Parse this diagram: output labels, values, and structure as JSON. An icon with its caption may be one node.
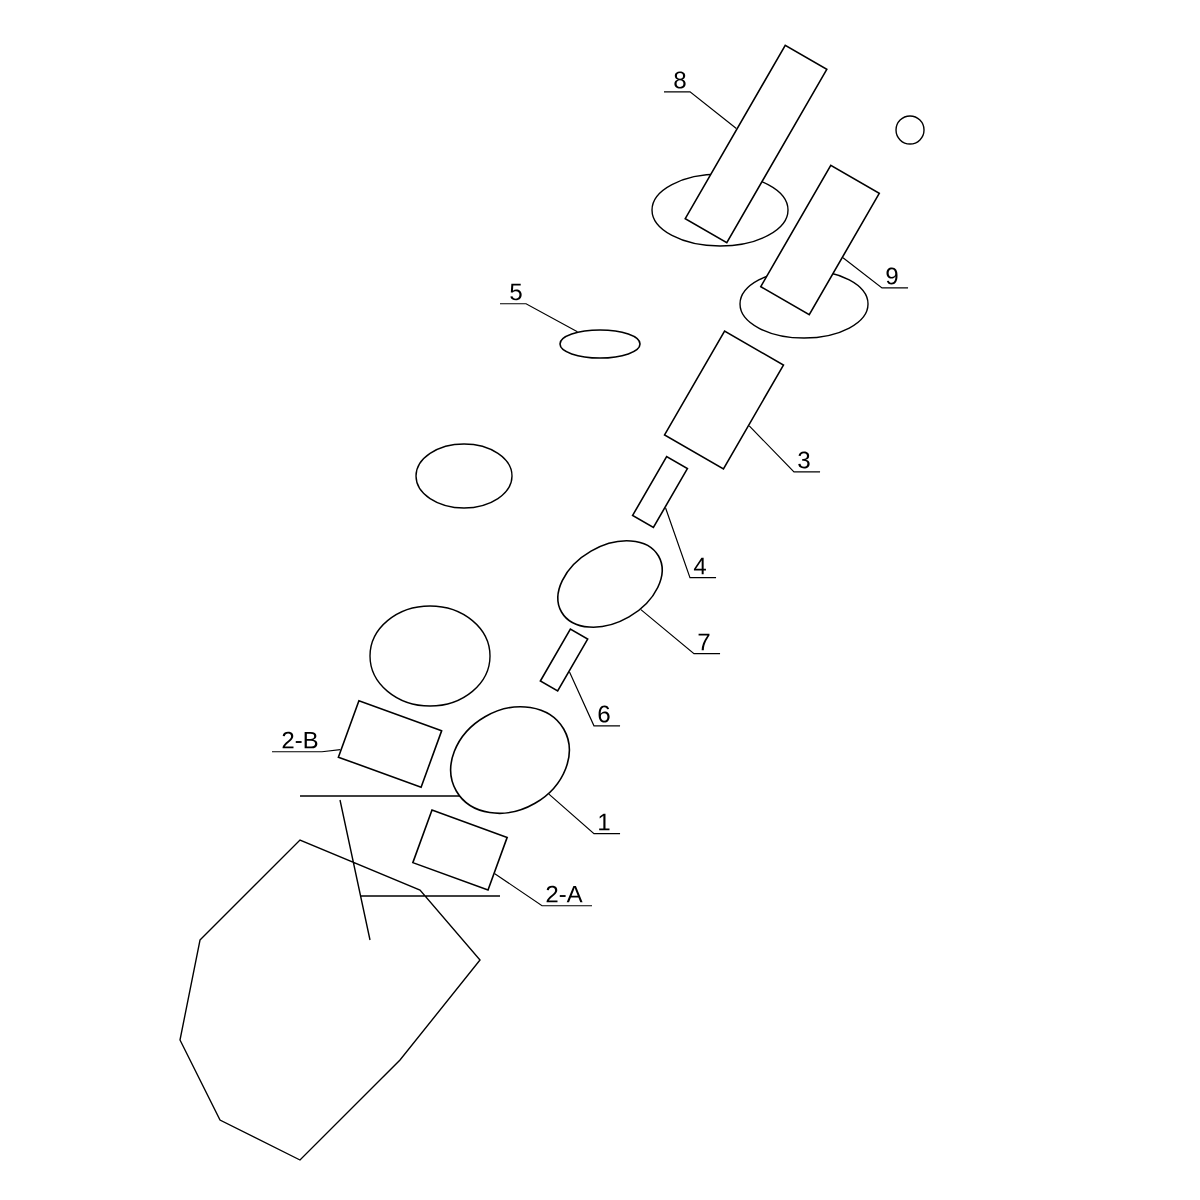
{
  "diagram": {
    "nodes": [
      {
        "text": [
          "8"
        ]
      },
      {
        "text": [
          "9"
        ]
      },
      {
        "text": [
          "5"
        ]
      },
      {
        "text": [
          "3"
        ]
      },
      {
        "text": [
          "4"
        ]
      },
      {
        "text": [
          "7"
        ]
      },
      {
        "text": [
          "6"
        ]
      },
      {
        "text": [
          "2-B"
        ]
      },
      {
        "text": [
          "1"
        ]
      },
      {
        "text": [
          "2-A"
        ]
      },
      {
        "text": [],
        "shape": "box"
      },
      {
        "text": [],
        "shape": "box"
      },
      {
        "text": [],
        "shape": "circle"
      },
      {
        "text": [],
        "shape": "box"
      },
      {
        "text": [],
        "shape": "box"
      },
      {
        "text": [],
        "shape": "circle"
      },
      {
        "text": [],
        "shape": "box"
      },
      {
        "text": [],
        "shape": "box"
      },
      {
        "text": [],
        "shape": "circle"
      },
      {
        "text": [],
        "shape": "box"
      }
    ],
    "edges": [
      {
        "from": 0,
        "to": 10,
        "arrow": "none"
      },
      {
        "from": 1,
        "to": 11,
        "arrow": "none"
      },
      {
        "from": 2,
        "to": 12,
        "arrow": "none"
      },
      {
        "from": 3,
        "to": 13,
        "arrow": "none"
      },
      {
        "from": 4,
        "to": 14,
        "arrow": "none"
      },
      {
        "from": 5,
        "to": 15,
        "arrow": "none"
      },
      {
        "from": 6,
        "to": 16,
        "arrow": "none"
      },
      {
        "from": 7,
        "to": 17,
        "arrow": "none"
      },
      {
        "from": 8,
        "to": 18,
        "arrow": "none"
      },
      {
        "from": 9,
        "to": 19,
        "arrow": "none"
      }
    ]
  }
}
